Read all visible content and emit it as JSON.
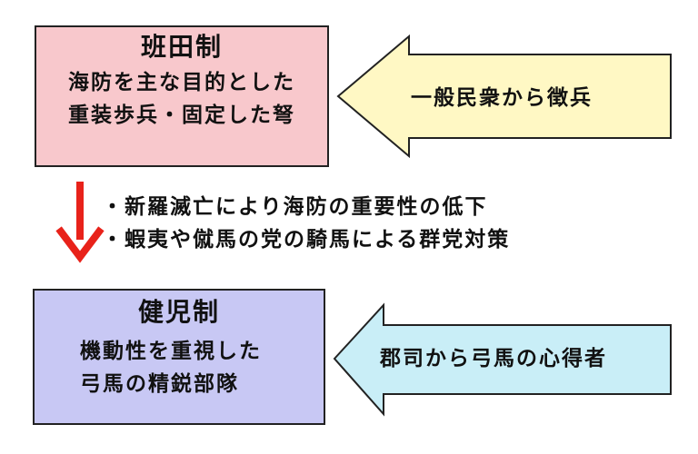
{
  "top_box": {
    "title": "班田制",
    "lines": [
      "海防を主な目的とした",
      "重装歩兵・固定した弩"
    ]
  },
  "top_arrow": {
    "label": "一般民衆から徴兵"
  },
  "transition": {
    "bullets": [
      "・新羅滅亡により海防の重要性の低下",
      "・蝦夷や僦馬の党の騎馬による群党対策"
    ]
  },
  "bottom_box": {
    "title": "健児制",
    "lines": [
      "機動性を重視した",
      "弓馬の精鋭部隊"
    ]
  },
  "bottom_arrow": {
    "label": "郡司から弓馬の心得者"
  },
  "colors": {
    "top_box_fill": "#f8c8cc",
    "bottom_box_fill": "#c8c8f4",
    "top_arrow_fill": "#fff8c4",
    "bottom_arrow_fill": "#c9eef7",
    "down_arrow": "#e8221a"
  }
}
